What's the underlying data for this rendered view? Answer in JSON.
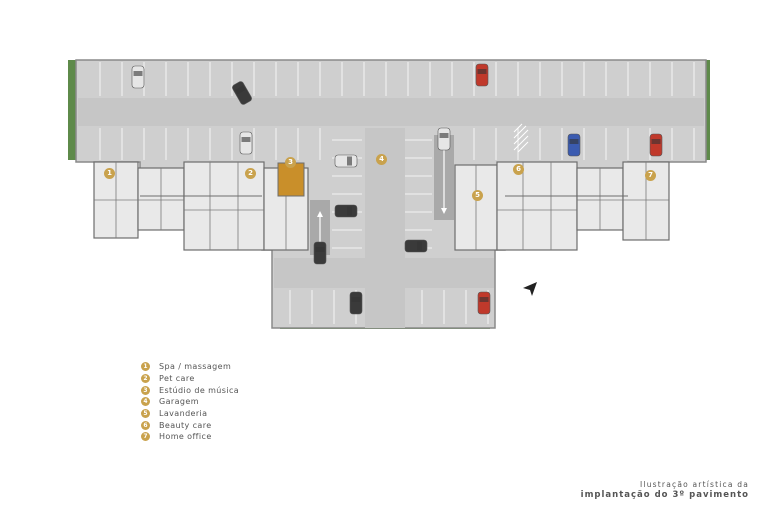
{
  "colors": {
    "accent": "#c9a24d",
    "garage_floor": "#cfcfcf",
    "parking_line": "#ffffff",
    "wall": "#6d6d6d",
    "landscape": "#5e8a4a"
  },
  "markers": [
    "1",
    "2",
    "3",
    "4",
    "5",
    "6",
    "7"
  ],
  "legend": [
    {
      "num": "1",
      "label": "Spa / massagem"
    },
    {
      "num": "2",
      "label": "Pet care"
    },
    {
      "num": "3",
      "label": "Estúdio de música"
    },
    {
      "num": "4",
      "label": "Garagem"
    },
    {
      "num": "5",
      "label": "Lavanderia"
    },
    {
      "num": "6",
      "label": "Beauty care"
    },
    {
      "num": "7",
      "label": "Home office"
    }
  ],
  "caption": {
    "line1": "Ilustração artística da",
    "line2": "implantação do 3º pavimento"
  },
  "icons": {
    "north": "north-arrow-icon"
  }
}
